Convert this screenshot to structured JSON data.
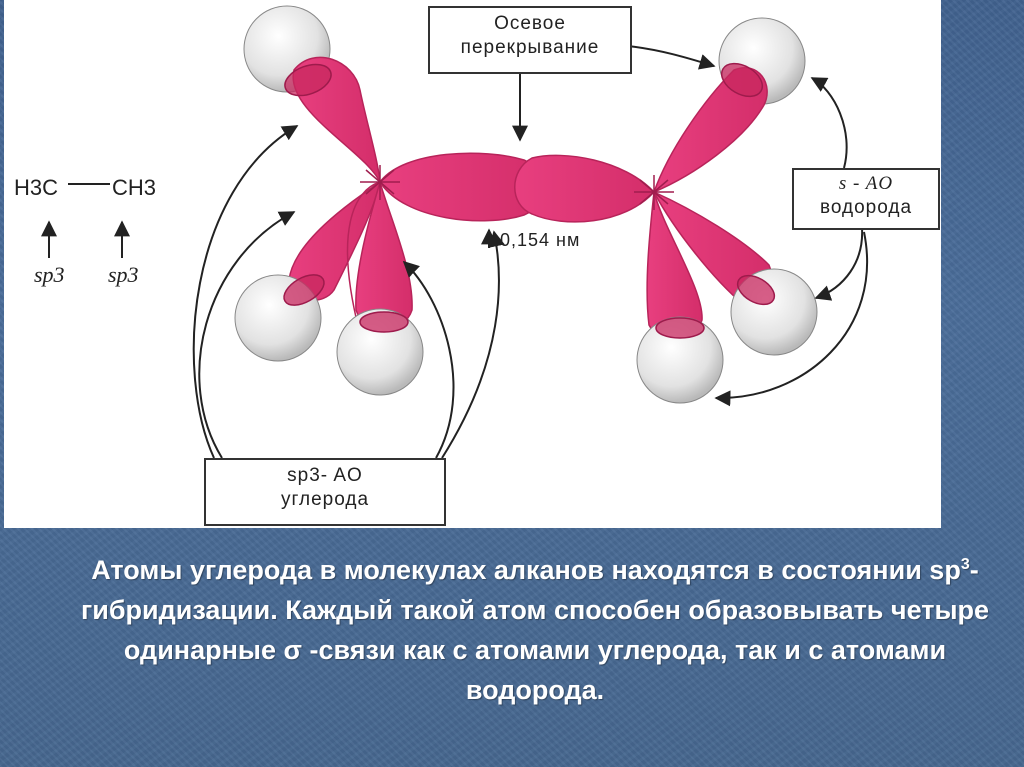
{
  "labels": {
    "formula_h3c": "H3C",
    "formula_ch3": "CH3",
    "sp3_left": "sp3",
    "sp3_right": "sp3",
    "bond_length": "0,154 нм"
  },
  "boxes": {
    "axial_line1": "Осевое",
    "axial_line2": "перекрывание",
    "s_ao_line1": "s - AO",
    "s_ao_line2": "водорода",
    "sp3_ao_line1": "sp3- AO",
    "sp3_ao_line2": "углерода"
  },
  "caption": {
    "part1": "Атомы углерода в молекулах алканов находятся в состоянии sp",
    "sup": "3",
    "part2": "-гибридизации. Каждый такой атом способен образовывать четыре одинарные σ -связи как с атомами углерода, так и с атомами водорода."
  },
  "colors": {
    "orbital": "#e03d78",
    "orbital_dark": "#b8245a",
    "hydrogen": "#e6e6e6",
    "background": "#46678f"
  }
}
